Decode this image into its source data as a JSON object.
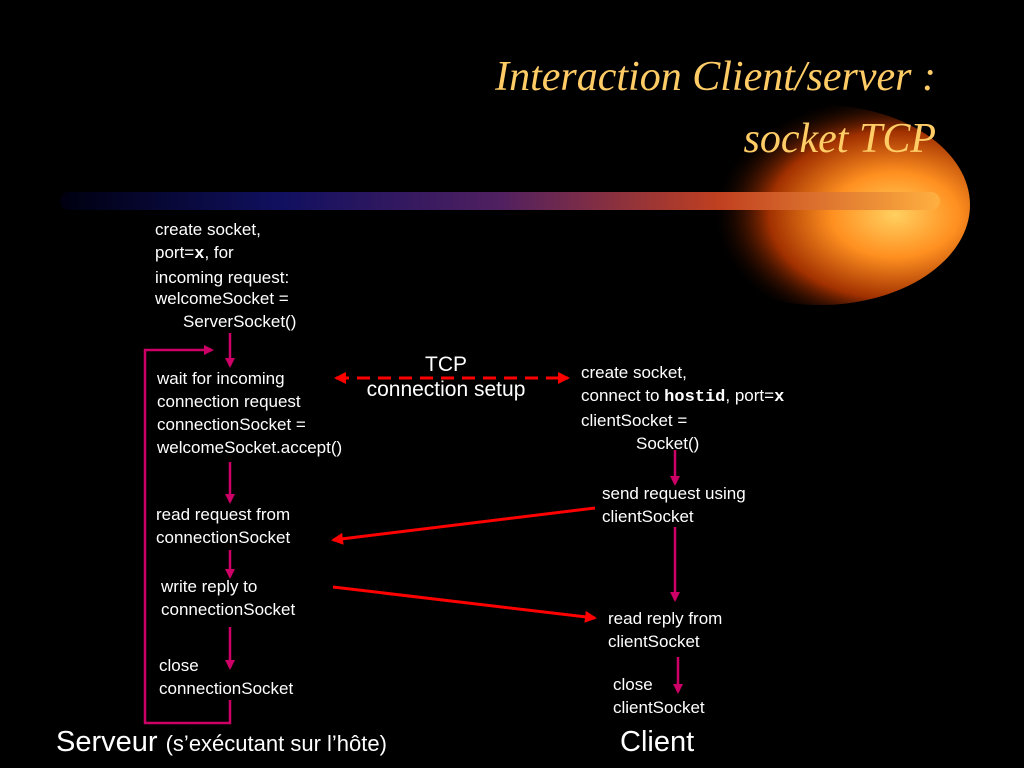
{
  "title": {
    "line1": "Interaction Client/server :",
    "line2": "socket TCP"
  },
  "server": {
    "create": {
      "l1": "create socket,",
      "l2_pre": "port=",
      "l2_code": "x",
      "l2_post": ", for",
      "l3": "incoming request:",
      "l4": "welcomeSocket =",
      "l5": "ServerSocket()"
    },
    "wait": {
      "l1": "wait for incoming",
      "l2": "connection request",
      "l3": "connectionSocket =",
      "l4": "welcomeSocket.accept()"
    },
    "read": {
      "l1": "read request from",
      "l2": "connectionSocket"
    },
    "write": {
      "l1": "write reply to",
      "l2": "connectionSocket"
    },
    "close": {
      "l1": "close",
      "l2": "connectionSocket"
    }
  },
  "client": {
    "create": {
      "l1": "create socket,",
      "l2_pre": "connect to ",
      "l2_code1": "hostid",
      "l2_mid": ", port=",
      "l2_code2": "x",
      "l3": "clientSocket =",
      "l4": "Socket()"
    },
    "send": {
      "l1": "send request using",
      "l2": "clientSocket"
    },
    "read": {
      "l1": "read reply from",
      "l2": "clientSocket"
    },
    "close": {
      "l1": "close",
      "l2": "clientSocket"
    }
  },
  "tcp_setup": {
    "l1": "TCP",
    "l2": "connection setup"
  },
  "footer": {
    "server": "Serveur",
    "server_sub": "(s’exécutant sur l’hôte)",
    "client": "Client"
  },
  "colors": {
    "title": "#ffcc66",
    "flow_arrow": "#cc0066",
    "message_arrow": "#ff0000"
  }
}
